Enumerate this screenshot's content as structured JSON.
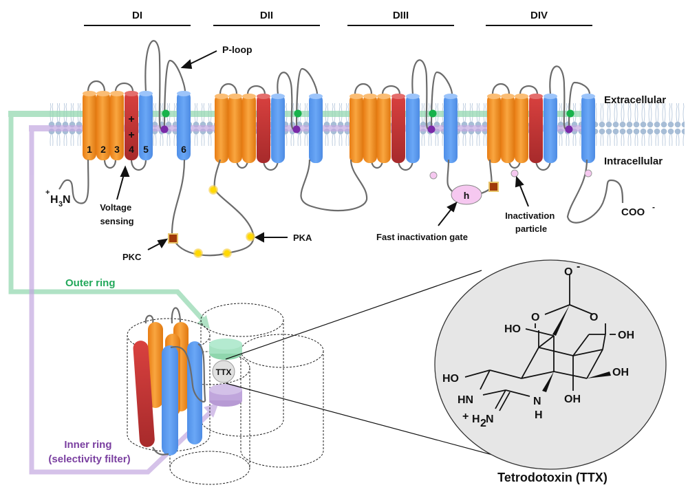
{
  "domains": [
    {
      "label": "DI"
    },
    {
      "label": "DII"
    },
    {
      "label": "DIII"
    },
    {
      "label": "DIV"
    }
  ],
  "segments": [
    "1",
    "2",
    "3",
    "4",
    "5",
    "6"
  ],
  "s4_charges": [
    "+",
    "+"
  ],
  "labels": {
    "p_loop": "P-loop",
    "extracellular": "Extracellular",
    "intracellular": "Intracellular",
    "n_terminus_plus": "+",
    "n_terminus_h": "H",
    "n_terminus_sub": "3",
    "n_terminus_n": "N",
    "c_terminus": "COO",
    "c_terminus_charge": "-",
    "voltage_sensing_line1": "Voltage",
    "voltage_sensing_line2": "sensing",
    "pkc": "PKC",
    "pka": "PKA",
    "h_gate": "h",
    "fast_inactivation_gate": "Fast inactivation gate",
    "inactivation_particle_line1": "Inactivation",
    "inactivation_particle_line2": "particle",
    "outer_ring": "Outer ring",
    "inner_ring_line1": "Inner ring",
    "inner_ring_line2": "(selectivity filter)",
    "ttx_badge": "TTX",
    "molecule_title": "Tetrodotoxin (TTX)"
  },
  "molecule": {
    "o_minus": "O",
    "o_minus_charge": "-",
    "ring_o_left": "O",
    "ring_o_right": "O",
    "ho_top": "HO",
    "oh_right_top": "OH",
    "oh_right_mid": "OH",
    "oh_bottom": "OH",
    "ho_left": "HO",
    "hn": "HN",
    "n": "N",
    "nh_h": "H",
    "plus": "+",
    "h2n_h": "H",
    "h2n_sub": "2",
    "h2n_n": "N"
  },
  "colors": {
    "s1_s3": "#f39c33",
    "s4": "#c0373a",
    "s5_s6": "#5b9bf0",
    "outer_ring": "#7fcfa1",
    "inner_ring": "#b79ad4",
    "outer_ring_text": "#22a85a",
    "inner_ring_text": "#7a3fa0",
    "phospho_pka": "#f5d000",
    "phospho_pkc": "#a03a0a",
    "inactivation": "#f6c8f0",
    "membrane": "#a9bcd4"
  }
}
